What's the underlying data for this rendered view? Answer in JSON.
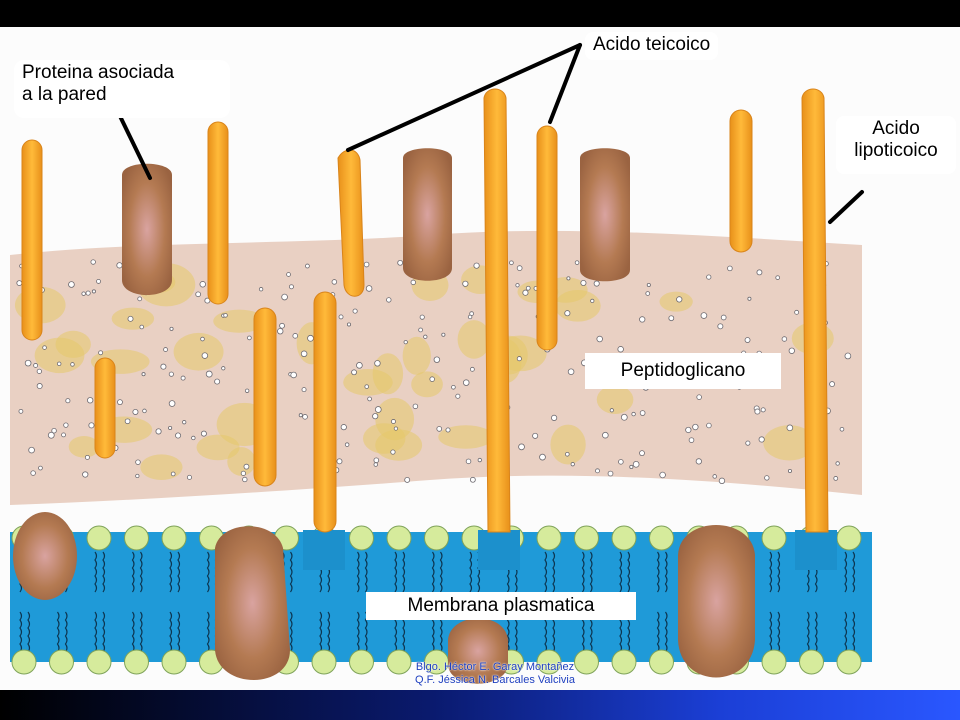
{
  "labels": {
    "wall_protein_line1": "Proteina asociada",
    "wall_protein_line2": "a la pared",
    "teichoic_acid": "Acido teicoico",
    "lipoteichoic_line1": "Acido",
    "lipoteichoic_line2": "lipoticoico",
    "peptidoglycan": "Peptidoglicano",
    "membrane": "Membrana plasmatica"
  },
  "credits": {
    "line1": "Blgo. Héctor E. Garay Montañez",
    "line2": "Q.F. Jéssica N. Barcales Valcivia"
  },
  "colors": {
    "background": "#fcfcfc",
    "peptidoglycan": "#e7cfc0",
    "teichoic_acid": "#f2a21f",
    "protein": "#b57a52",
    "membrane": "#1f9ad8",
    "lipid_head": "#d6eb9c",
    "frame": "#000000"
  }
}
